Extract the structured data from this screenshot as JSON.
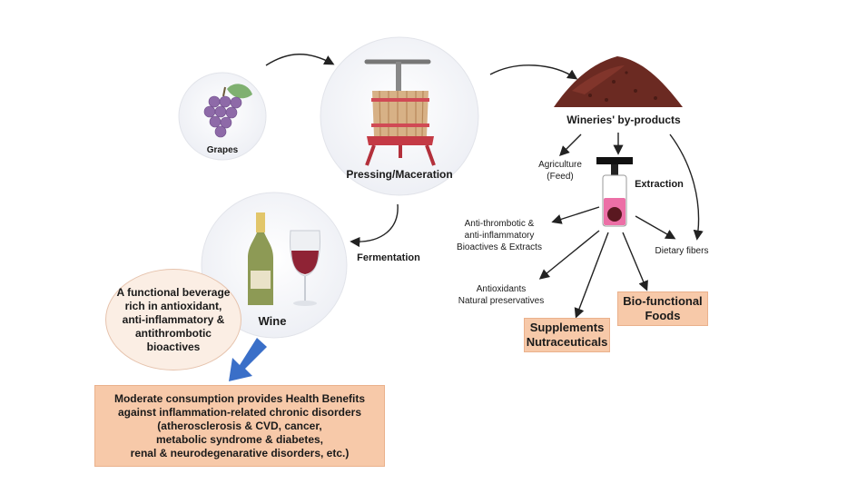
{
  "diagram": {
    "nodes": {
      "grapes": "Grapes",
      "pressing": "Pressing/Maceration",
      "fermentation": "Fermentation",
      "wine": "Wine",
      "byproducts": "Wineries' by-products",
      "extraction": "Extraction",
      "agriculture": "Agriculture\n(Feed)",
      "antithrombotic": "Anti-thrombotic &\nanti-inflammatory\nBioactives & Extracts",
      "antioxidants": "Antioxidants\nNatural preservatives",
      "dietary_fibers": "Dietary fibers",
      "supplements": "Supplements\nNutraceuticals",
      "biofunctional": "Bio-functional\nFoods",
      "functional_beverage": "A functional beverage\nrich in antioxidant,\nanti-inflammatory &\nantithrombotic\nbioactives",
      "health_benefits": "Moderate consumption provides Health Benefits\nagainst inflammation-related chronic disorders\n(atherosclerosis & CVD, cancer,\nmetabolic syndrome & diabetes,\nrenal & neurodegenarative disorders, etc.)"
    },
    "colors": {
      "box_fill": "#f7c9a9",
      "arrow_blue": "#3a6fc8",
      "circle_fill": "#f3f4f8",
      "pomace": "#6b2a22"
    },
    "icons": [
      "grapes-icon",
      "wine-press-icon",
      "pomace-pile-icon",
      "syringe-icon",
      "wine-bottle-icon",
      "wine-glass-icon"
    ]
  }
}
